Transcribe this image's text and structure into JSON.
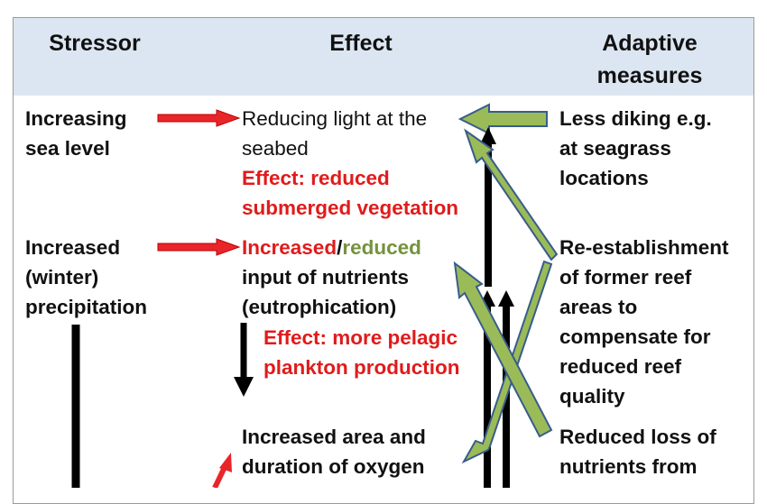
{
  "headers": {
    "stressor": "Stressor",
    "effect": "Effect",
    "adaptive_line1": "Adaptive",
    "adaptive_line2": "measures"
  },
  "stressors": {
    "s1": [
      "Increasing",
      "sea level"
    ],
    "s2": [
      "Increased",
      "(winter)",
      "precipitation"
    ]
  },
  "effects": {
    "e1": [
      "Reducing light at the",
      "seabed"
    ],
    "e1_effect": [
      "Effect: reduced",
      "submerged vegetation"
    ],
    "e2_increased": "Increased",
    "e2_slash": "/",
    "e2_reduced": "reduced",
    "e2_rest": [
      "input of nutrients",
      "(eutrophication)"
    ],
    "e2_effect": [
      "Effect: more pelagic",
      "plankton production"
    ],
    "e3": [
      "Increased area and",
      "duration of oxygen"
    ]
  },
  "measures": {
    "m1": [
      "Less diking e.g.",
      "at seagrass",
      "locations"
    ],
    "m2": [
      "Re-establishment",
      "of former reef",
      "areas to",
      "compensate for",
      "reduced reef",
      "quality"
    ],
    "m3": [
      "Reduced loss of",
      "nutrients from"
    ]
  },
  "colors": {
    "header_bg": "#dce6f2",
    "red_arrow": "#e8262a",
    "green_arrow": "#9bbb59",
    "green_outline": "#385d8a",
    "black_arrow": "#000000",
    "effect_red_text": "#e01b1b",
    "reduced_green_text": "#76923c"
  }
}
